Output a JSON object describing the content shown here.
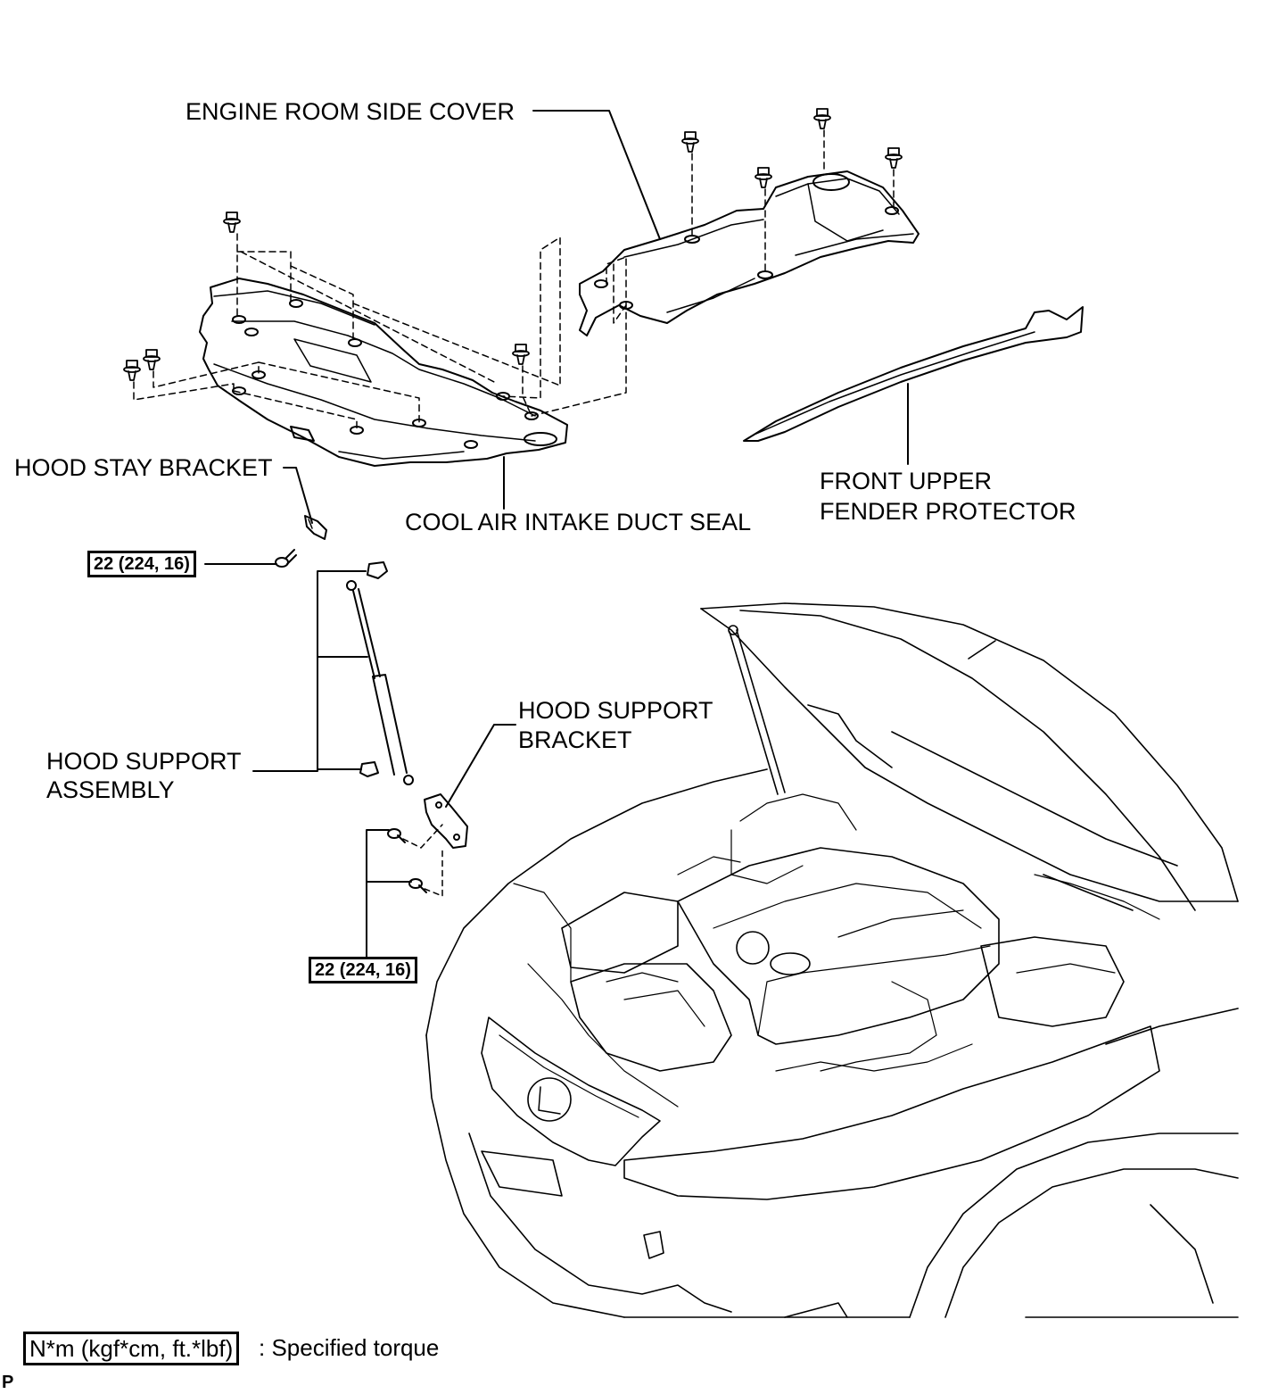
{
  "labels": {
    "engine_room_side_cover": "ENGINE ROOM SIDE COVER",
    "hood_stay_bracket": "HOOD STAY BRACKET",
    "cool_air_intake_duct_seal": "COOL AIR INTAKE DUCT SEAL",
    "front_upper_fender_protector_line1": "FRONT UPPER",
    "front_upper_fender_protector_line2": "FENDER PROTECTOR",
    "hood_support_bracket_line1": "HOOD SUPPORT",
    "hood_support_bracket_line2": "BRACKET",
    "hood_support_assembly_line1": "HOOD SUPPORT",
    "hood_support_assembly_line2": "ASSEMBLY"
  },
  "torque_specs": {
    "hood_stay_bracket_bolt": "22 (224, 16)",
    "hood_support_bracket_bolts": "22 (224, 16)"
  },
  "legend": {
    "unit_box": "N*m (kgf*cm, ft.*lbf)",
    "description": ": Specified torque"
  },
  "reference_id": "P"
}
